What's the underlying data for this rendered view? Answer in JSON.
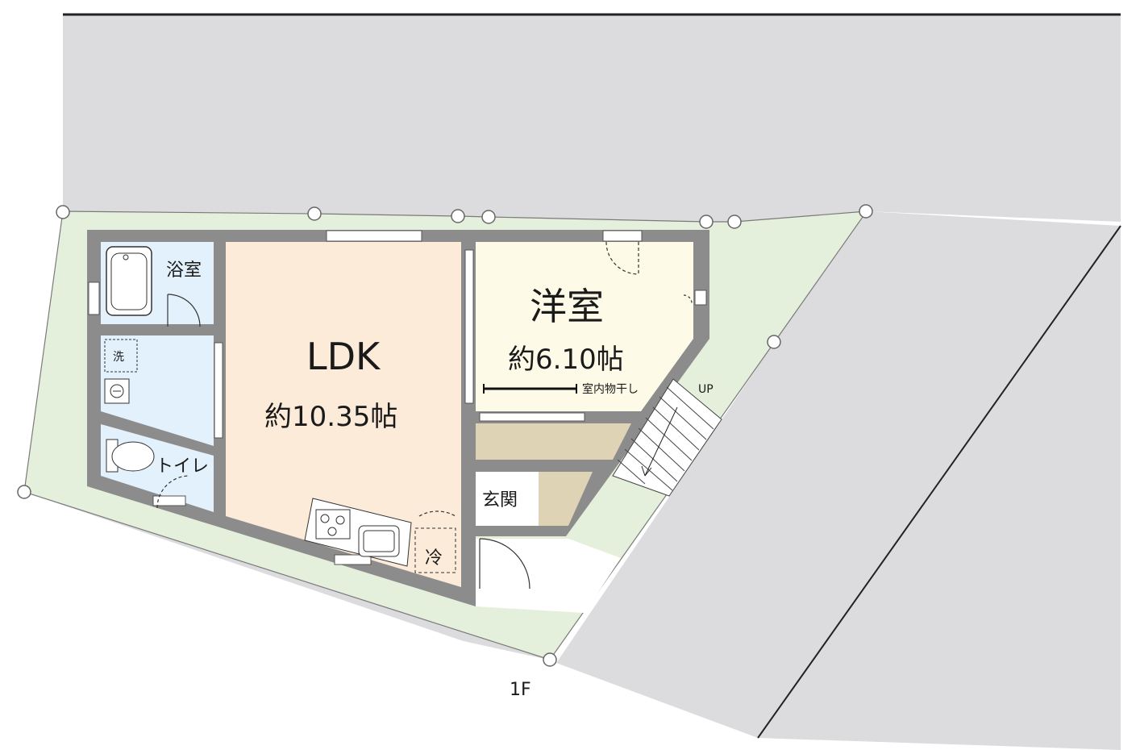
{
  "floor_label": "1F",
  "stairs_label": "UP",
  "colors": {
    "road": "#dcdcdf",
    "garden": "#e4f0dc",
    "wall": "#8c8c8c",
    "ldk": "#fbebd8",
    "western_room": "#fdfbe8",
    "wet_area": "#e2f1fb",
    "storage": "#ded3b4",
    "entrance": "#ffffff"
  },
  "rooms": {
    "ldk": {
      "name": "LDK",
      "area": "約10.35帖"
    },
    "western": {
      "name": "洋室",
      "area": "約6.10帖"
    },
    "bath": {
      "name": "浴室"
    },
    "toilet": {
      "name": "トイレ"
    },
    "entrance": {
      "name": "玄関"
    }
  },
  "fixtures": {
    "washer": "洗",
    "fridge": "冷",
    "drying_rod": "室内物干し"
  }
}
